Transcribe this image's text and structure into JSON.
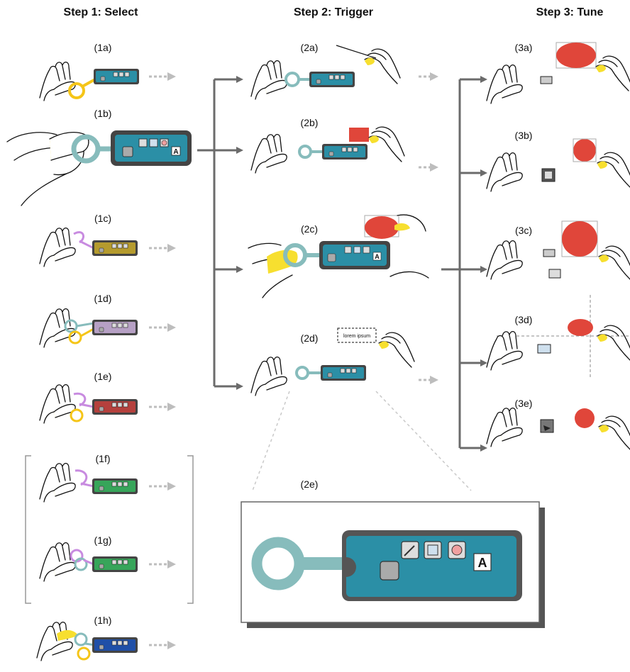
{
  "headers": {
    "step1": "Step 1: Select",
    "step2": "Step 2: Trigger",
    "step3": "Step 3: Tune"
  },
  "step1_panels": [
    {
      "label": "(1a)",
      "toolbar_color": "#2b8fa6",
      "link_color": "#f5c518"
    },
    {
      "label": "(1b)",
      "toolbar_color": "#2b8fa6",
      "link_color": "#87bcbc"
    },
    {
      "label": "(1c)",
      "toolbar_color": "#b59b2e",
      "link_color": "#c88be0"
    },
    {
      "label": "(1d)",
      "toolbar_color": "#b6a0c4",
      "link_color": "#87bcbc"
    },
    {
      "label": "(1e)",
      "toolbar_color": "#b5403d",
      "link_color": "#c88be0"
    },
    {
      "label": "(1f)",
      "toolbar_color": "#37a55a",
      "link_color": "#c88be0"
    },
    {
      "label": "(1g)",
      "toolbar_color": "#37a55a",
      "link_color": "#c88be0"
    },
    {
      "label": "(1h)",
      "toolbar_color": "#1f4fa8",
      "link_color": "#87bcbc"
    }
  ],
  "step2_panels": [
    {
      "label": "(2a)"
    },
    {
      "label": "(2b)"
    },
    {
      "label": "(2c)"
    },
    {
      "label": "(2d)",
      "text_box": "lorem ipsum"
    },
    {
      "label": "(2e)"
    }
  ],
  "step3_panels": [
    {
      "label": "(3a)"
    },
    {
      "label": "(3b)"
    },
    {
      "label": "(3c)"
    },
    {
      "label": "(3d)"
    },
    {
      "label": "(3e)"
    }
  ],
  "colors": {
    "toolbar_teal": "#2b8fa6",
    "toolbar_frame": "#555555",
    "link_teal": "#87bcbc",
    "finger_yellow": "#f7df2f",
    "shape_red": "#e0463a",
    "arrow_dark": "#6b6b6b",
    "arrow_light": "#bdbdbd"
  },
  "icons": {
    "toolbar_pen": "pen-icon",
    "toolbar_square": "square-icon",
    "toolbar_circle": "circle-icon",
    "toolbar_text": "text-A-icon"
  },
  "toolbar_glyph": "A"
}
